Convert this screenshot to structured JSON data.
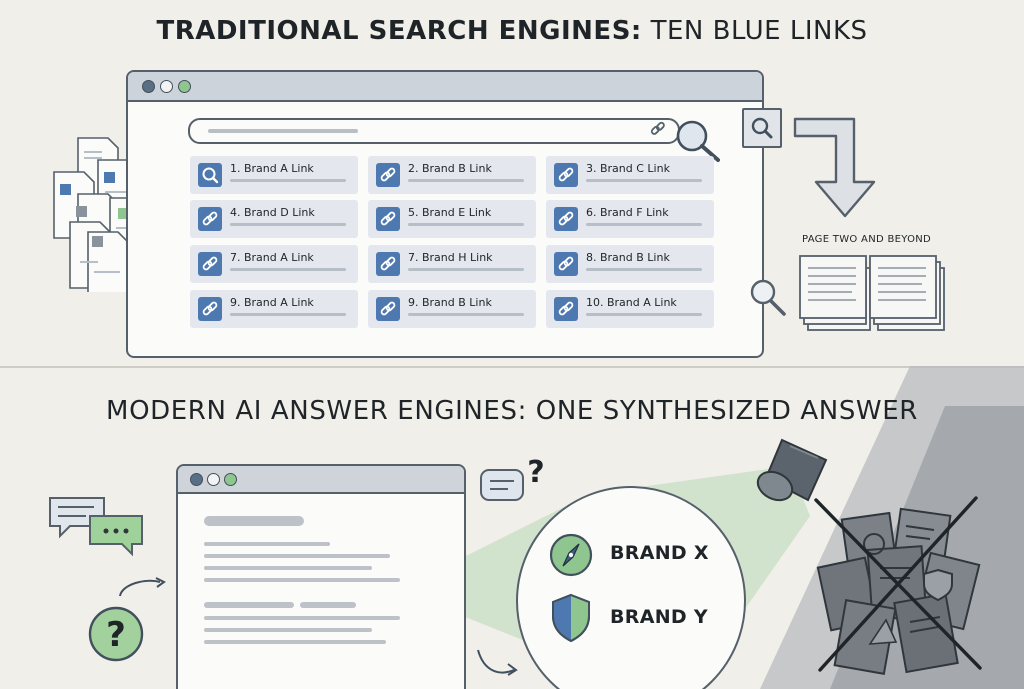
{
  "top_section": {
    "title_bold": "TRADITIONAL SEARCH ENGINES:",
    "title_light": " TEN BLUE LINKS",
    "results": [
      "1. Brand A Link",
      "2. Brand B Link",
      "3. Brand C Link",
      "4. Brand D Link",
      "5. Brand E Link",
      "6. Brand F Link",
      "7. Brand A Link",
      "7. Brand H Link",
      "8. Brand B Link",
      "9. Brand A Link",
      "9. Brand B Link",
      "10. Brand A Link"
    ],
    "page_two_label": "PAGE TWO AND BEYOND"
  },
  "bottom_section": {
    "title": "MODERN AI ANSWER ENGINES: ONE SYNTHESIZED ANSWER",
    "answer_brands": [
      "BRAND X",
      "BRAND Y"
    ]
  },
  "icons": {
    "result_first": "magnifier-icon",
    "result_rest": "link-icon",
    "flow_arrow": "arrow-down-icon",
    "spotlight": "spotlight-icon",
    "brand_x": "compass-icon",
    "brand_y": "shield-icon",
    "question": "question-icon",
    "chat": "chat-bubble-icon",
    "rejected": "cross-icon"
  },
  "colors": {
    "background": "#f1efe9",
    "link_blue": "#4e78b0",
    "accent_green": "#8fc58f",
    "outline": "#55606b",
    "shadow_gray": "#7b7f84"
  }
}
